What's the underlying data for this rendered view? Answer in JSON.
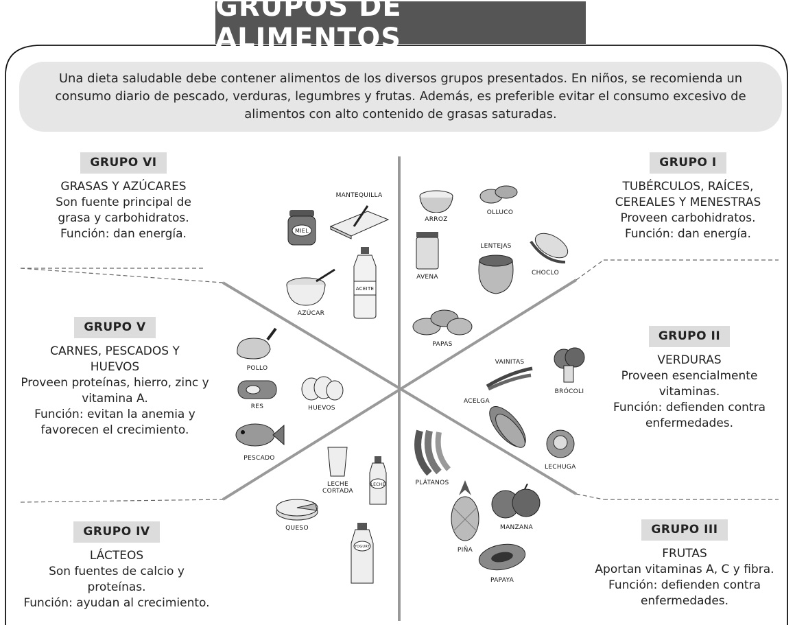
{
  "title": "GRUPOS DE ALIMENTOS",
  "intro": "Una dieta saludable debe contener alimentos de los diversos grupos presentados. En niños, se recomienda un consumo diario de pescado, verduras, legumbres y frutas. Además, es preferible evitar el consumo excesivo de alimentos con alto contenido de grasas saturadas.",
  "groups": {
    "g1": {
      "badge": "GRUPO I",
      "lines": [
        "TUBÉRCULOS, RAÍCES,",
        "CEREALES Y MENESTRAS",
        "Proveen carbohidratos.",
        "Función: dan energía."
      ]
    },
    "g2": {
      "badge": "GRUPO II",
      "lines": [
        "VERDURAS",
        "Proveen esencialmente",
        "vitaminas.",
        "Función: defienden contra",
        "enfermedades."
      ]
    },
    "g3": {
      "badge": "GRUPO III",
      "lines": [
        "FRUTAS",
        "Aportan vitaminas A, C y fibra.",
        "Función: defienden contra",
        "enfermedades."
      ]
    },
    "g4": {
      "badge": "GRUPO IV",
      "lines": [
        "LÁCTEOS",
        "Son fuentes de calcio y",
        "proteínas.",
        "Función: ayudan al crecimiento."
      ]
    },
    "g5": {
      "badge": "GRUPO V",
      "lines": [
        "CARNES, PESCADOS Y",
        "HUEVOS",
        "Proveen proteínas, hierro, zinc y",
        "vitamina A.",
        "Función: evitan la anemia y",
        "favorecen el crecimiento."
      ]
    },
    "g6": {
      "badge": "GRUPO VI",
      "lines": [
        "GRASAS Y AZÚCARES",
        "Son fuente principal de",
        "grasa y carbohidratos.",
        "Función: dan energía."
      ]
    }
  },
  "foods": {
    "miel": "MIEL",
    "mantequilla": "MANTEQUILLA",
    "aceite": "ACEITE",
    "azucar": "AZÚCAR",
    "arroz": "ARROZ",
    "olluco": "OLLUCO",
    "avena": "AVENA",
    "lentejas": "LENTEJAS",
    "choclo": "CHOCLO",
    "papas": "PAPAS",
    "vainitas": "VAINITAS",
    "brocoli": "BRÓCOLI",
    "acelga": "ACELGA",
    "lechuga": "LECHUGA",
    "pollo": "POLLO",
    "res": "RES",
    "huevos": "HUEVOS",
    "pescado": "PESCADO",
    "leche_cortada_1": "LECHE",
    "leche_cortada_2": "CORTADA",
    "leche": "LECHE",
    "queso": "QUESO",
    "yogurt": "YOGURT",
    "platanos": "PLÁTANOS",
    "pina": "PIÑA",
    "manzana": "MANZANA",
    "papaya": "PAPAYA"
  },
  "icons": {
    "miel": "honey-jar-icon",
    "mantequilla": "butter-icon",
    "aceite": "oil-bottle-icon",
    "azucar": "sugar-bowl-icon",
    "arroz": "rice-bowl-icon",
    "olluco": "olluco-icon",
    "avena": "oats-can-icon",
    "lentejas": "lentils-sack-icon",
    "choclo": "corn-icon",
    "papas": "potatoes-icon",
    "vainitas": "green-beans-icon",
    "brocoli": "broccoli-icon",
    "acelga": "chard-icon",
    "lechuga": "lettuce-icon",
    "pollo": "chicken-icon",
    "res": "beef-icon",
    "huevos": "eggs-icon",
    "pescado": "fish-icon",
    "leche_cortada": "milk-glass-icon",
    "leche": "milk-bottle-icon",
    "queso": "cheese-icon",
    "yogurt": "yogurt-bottle-icon",
    "platanos": "bananas-icon",
    "pina": "pineapple-icon",
    "manzana": "apple-icon",
    "papaya": "papaya-icon"
  },
  "colors": {
    "title_bg": "#555555",
    "badge_bg": "#dcdcdc",
    "intro_bg": "#e6e6e6",
    "divider": "#999999"
  }
}
